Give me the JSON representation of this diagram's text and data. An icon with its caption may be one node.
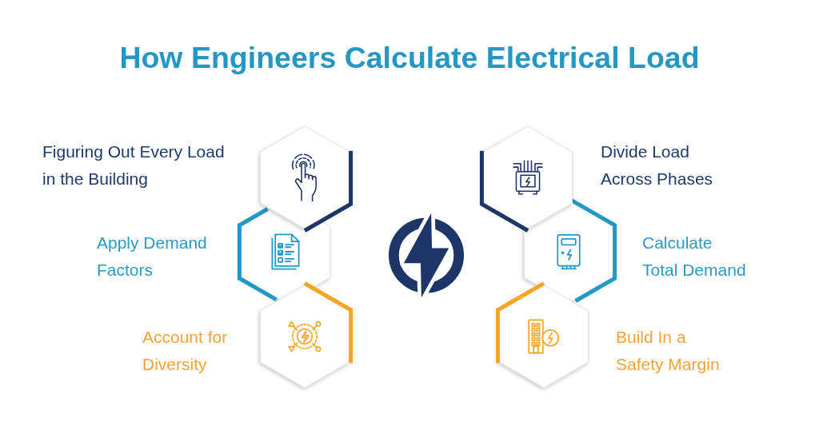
{
  "diagram": {
    "title": "How Engineers Calculate Electrical Load",
    "nodes": [
      {
        "text": [
          "Figuring Out Every Load in the Building"
        ]
      },
      {
        "text": [
          "Apply Demand Factors"
        ]
      },
      {
        "text": [
          "Account for Diversity"
        ]
      },
      {
        "text": [
          "Divide Load Across Phases"
        ]
      },
      {
        "text": [
          "Calculate Total Demand"
        ]
      },
      {
        "text": [
          "Build In a Safety Margin"
        ]
      }
    ]
  }
}
